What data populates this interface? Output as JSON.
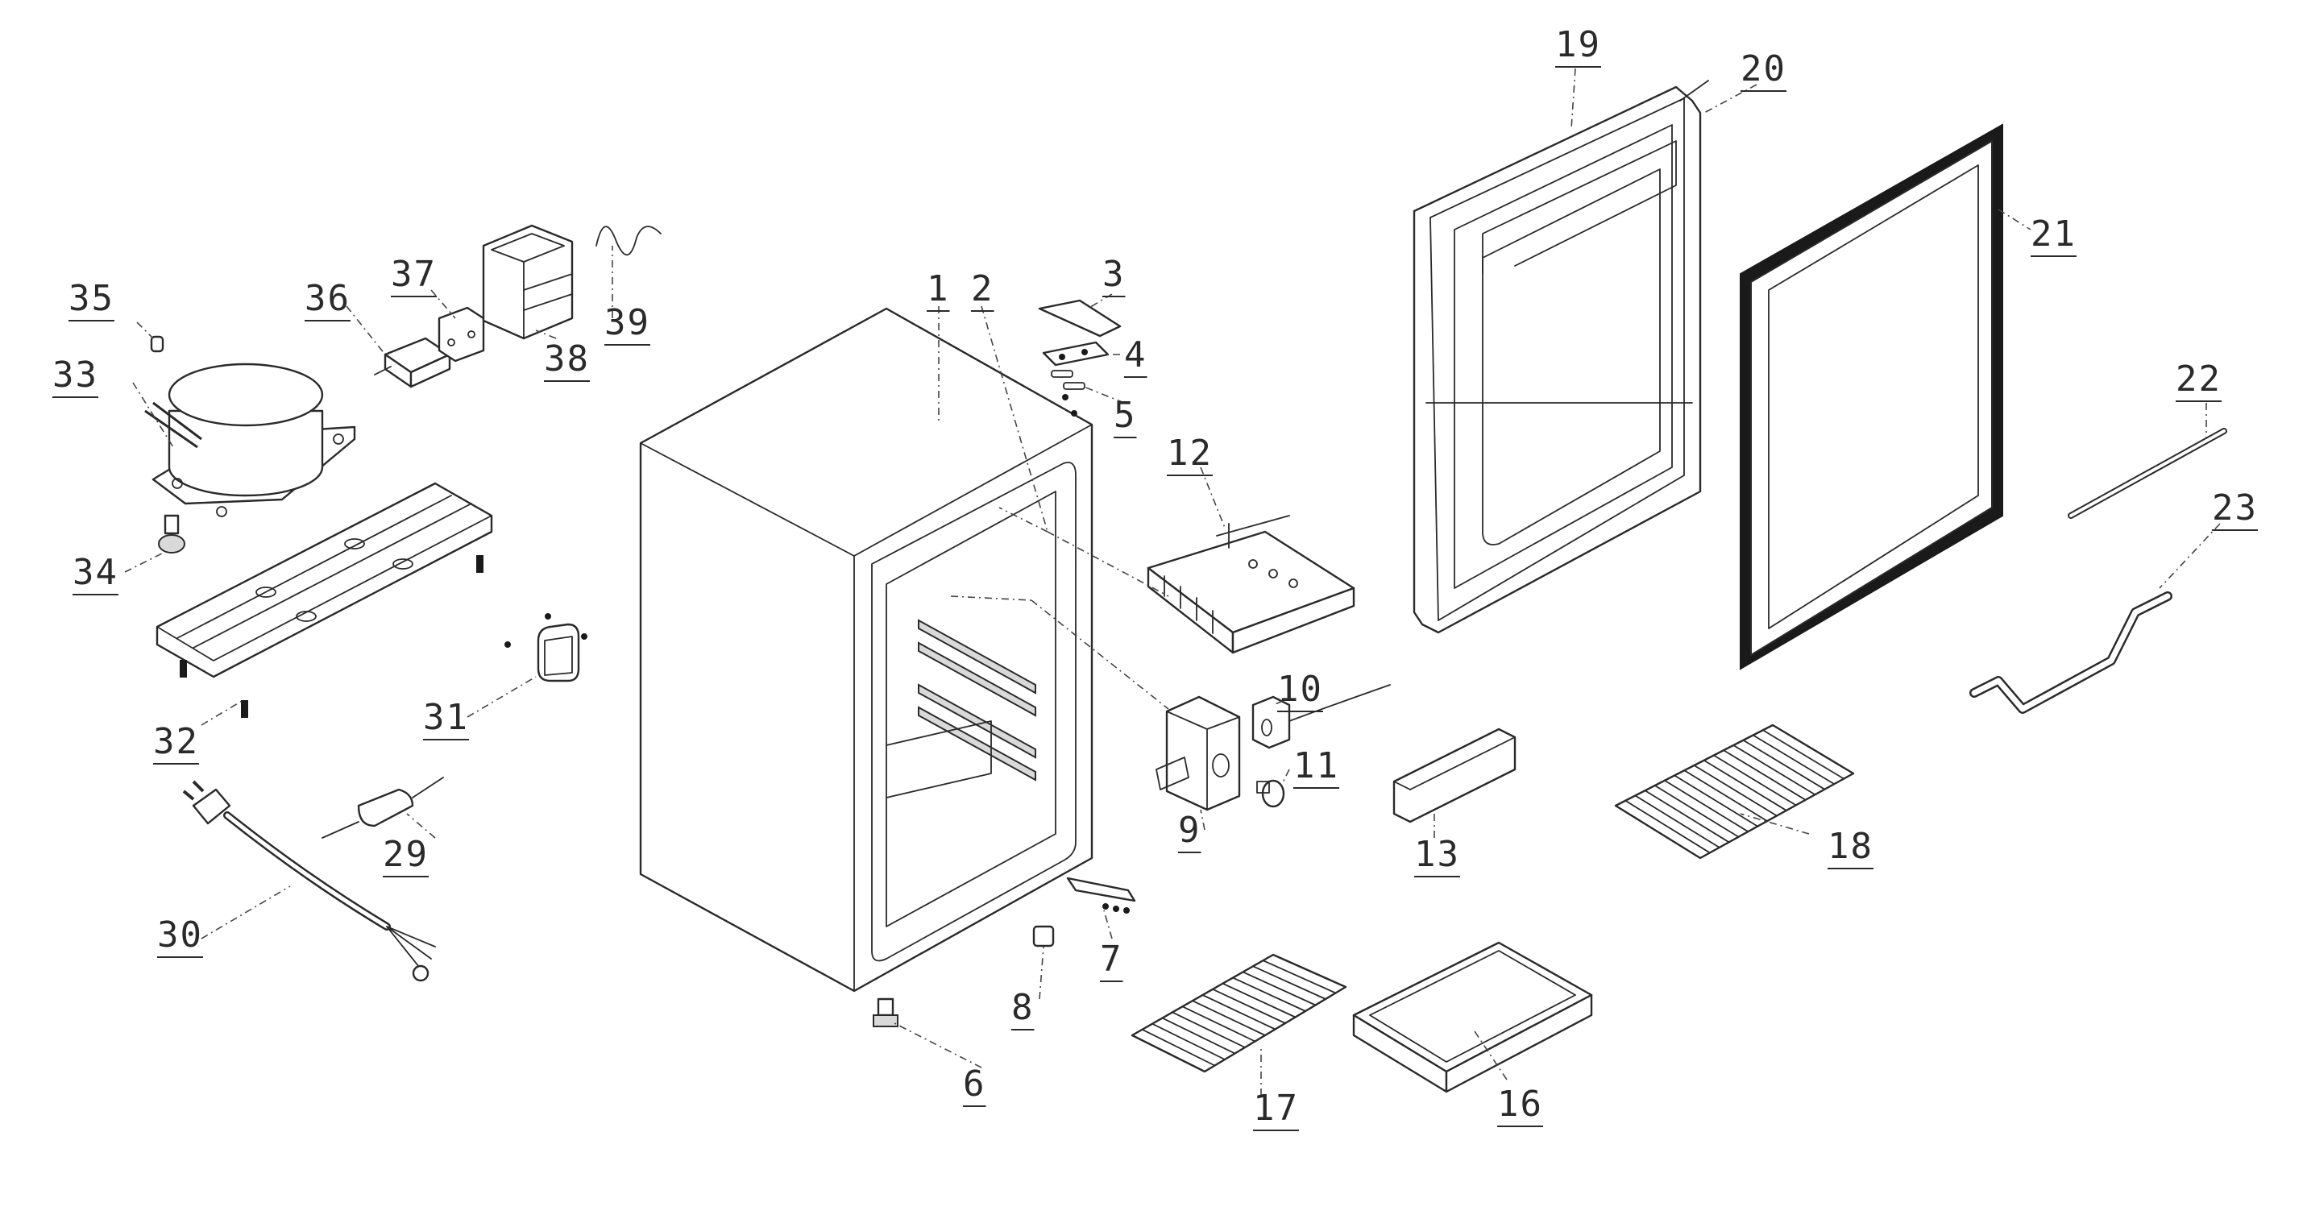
{
  "diagram": {
    "type": "exploded-parts-view",
    "callouts": [
      "1",
      "2",
      "3",
      "4",
      "5",
      "6",
      "7",
      "8",
      "9",
      "10",
      "11",
      "12",
      "13",
      "16",
      "17",
      "18",
      "19",
      "20",
      "21",
      "22",
      "23",
      "29",
      "30",
      "31",
      "32",
      "33",
      "34",
      "35",
      "36",
      "37",
      "38",
      "39"
    ],
    "colors": {
      "line": "#2a2a2a",
      "background": "#ffffff",
      "gasket": "#1a1a1a"
    }
  }
}
